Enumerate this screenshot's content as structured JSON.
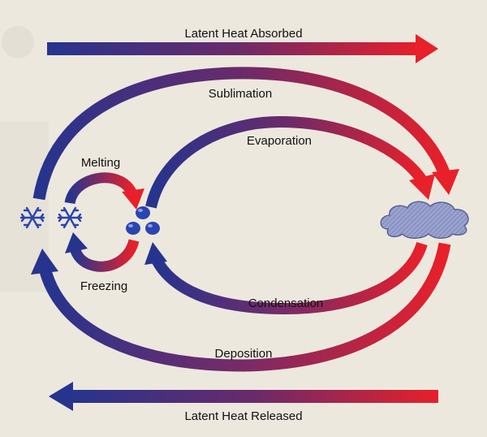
{
  "diagram": {
    "top_arrow_label": "Latent Heat Absorbed",
    "bottom_arrow_label": "Latent Heat Released",
    "processes": {
      "sublimation": "Sublimation",
      "evaporation": "Evaporation",
      "melting": "Melting",
      "freezing": "Freezing",
      "condensation": "Condensation",
      "deposition": "Deposition"
    },
    "states": {
      "ice": "snowflake-icon",
      "liquid": "water-droplets-icon",
      "vapor": "cloud-icon"
    },
    "colors": {
      "warm": "#e8202a",
      "cold": "#2a3a9a",
      "ice": "#2a44b0",
      "cloud": "#8e98c8"
    }
  }
}
